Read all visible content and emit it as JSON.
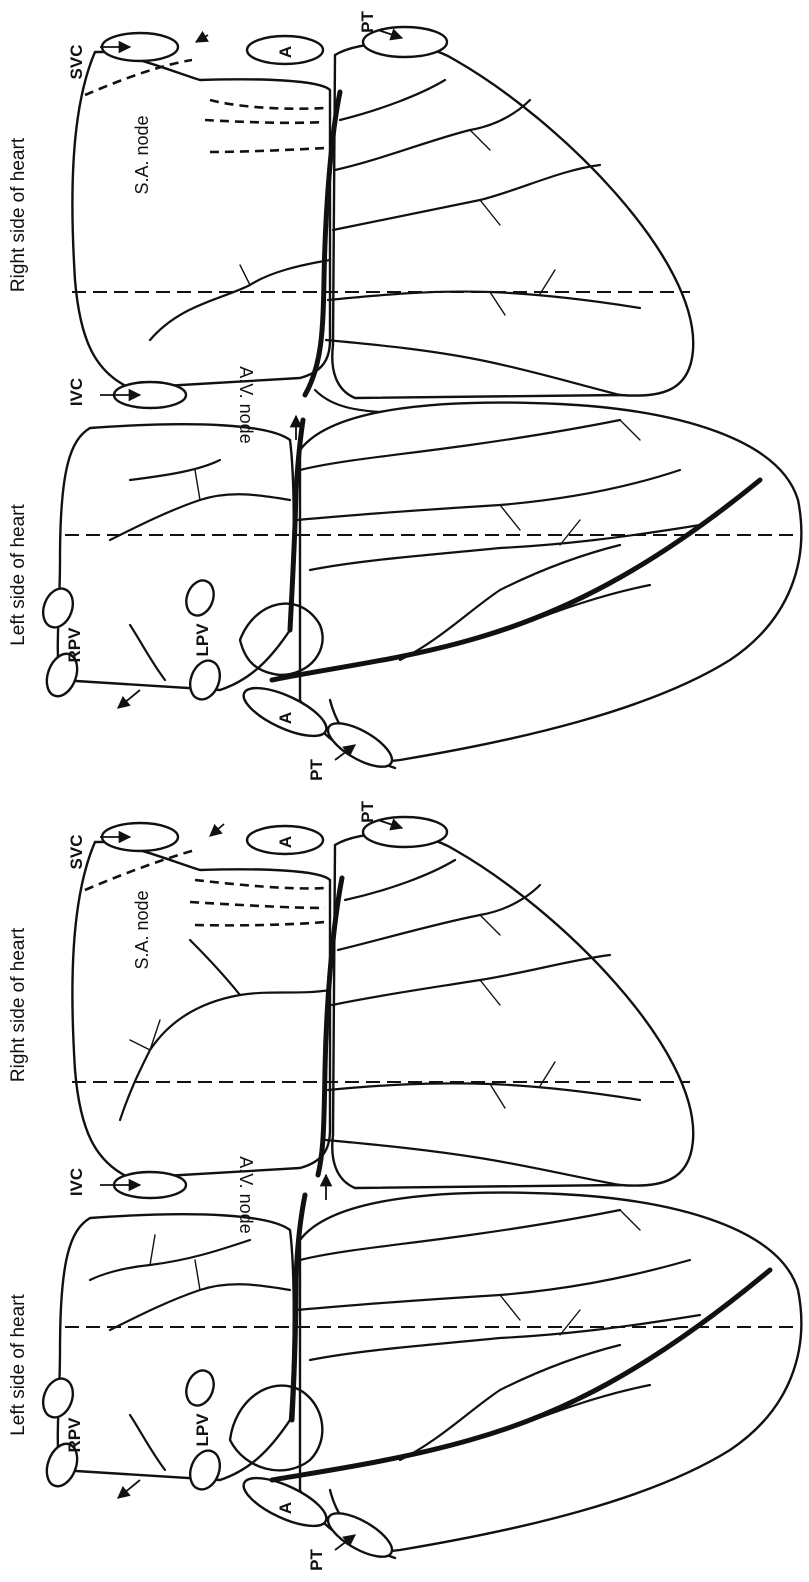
{
  "figure": {
    "panels": [
      {
        "id": "panel-top",
        "side_labels": {
          "left": "Left side of heart",
          "right": "Right side of heart"
        },
        "vessels": {
          "svc": "SVC",
          "ivc": "IVC",
          "aorta": "A",
          "pt_right": "PT",
          "pt_left": "PT",
          "rpv": "RPV",
          "lpv": "LPV"
        },
        "nodes": {
          "sa": "S.A. node",
          "av": "A.V. node"
        }
      },
      {
        "id": "panel-bottom",
        "side_labels": {
          "left": "Left side of heart",
          "right": "Right side of heart"
        },
        "vessels": {
          "svc": "SVC",
          "ivc": "IVC",
          "aorta": "A",
          "pt_right": "PT",
          "pt_left": "PT",
          "rpv": "RPV",
          "lpv": "LPV"
        },
        "nodes": {
          "sa": "S.A. node",
          "av": "A.V. node"
        }
      }
    ],
    "colors": {
      "ink": "#111111",
      "paper": "#ffffff"
    }
  }
}
